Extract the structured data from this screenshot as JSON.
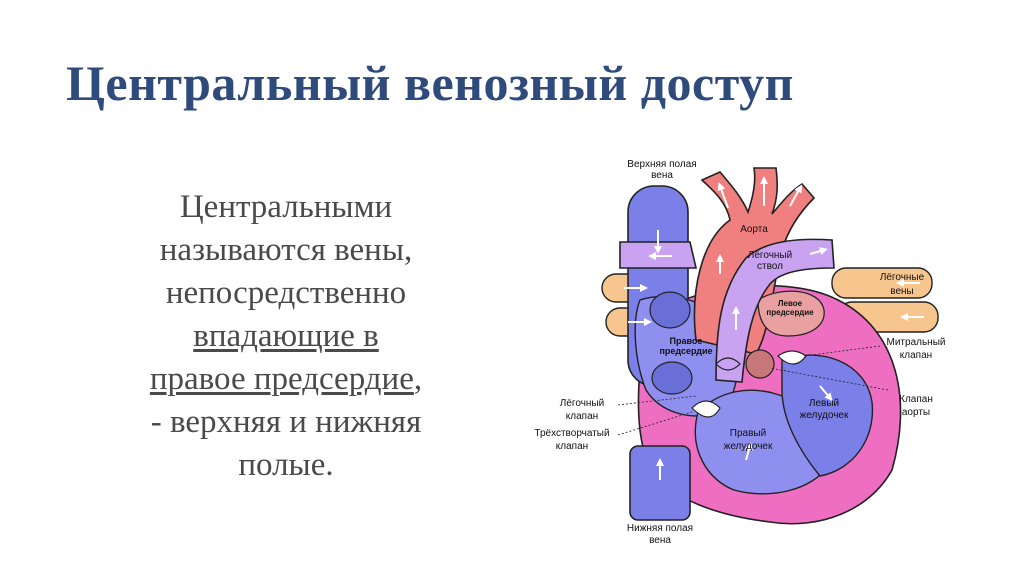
{
  "title": "Центральный венозный доступ",
  "body": {
    "line1": "Центральными",
    "line2": "называются вены,",
    "line3": "непосредственно",
    "line4_underlined": "впадающие в",
    "line5_underlined": "правое предсердие",
    "line5_tail": ",",
    "line6": "- верхняя и нижняя",
    "line7": "полые."
  },
  "diagram": {
    "labels": {
      "svc_1": "Верхняя полая",
      "svc_2": "вена",
      "aorta": "Аорта",
      "pulm_trunk_1": "Лёгочный",
      "pulm_trunk_2": "ствол",
      "pulm_veins_1": "Лёгочные",
      "pulm_veins_2": "вены",
      "left_atrium_1": "Левое",
      "left_atrium_2": "предсердие",
      "right_atrium_1": "Правое",
      "right_atrium_2": "предсердие",
      "mitral_1": "Митральный",
      "mitral_2": "клапан",
      "pulm_valve_1": "Лёгочный",
      "pulm_valve_2": "клапан",
      "tricuspid_1": "Трёхстворчатый",
      "tricuspid_2": "клапан",
      "left_ventricle_1": "Левый",
      "left_ventricle_2": "желудочек",
      "aortic_valve_1": "Клапан",
      "aortic_valve_2": "аорты",
      "right_ventricle_1": "Правый",
      "right_ventricle_2": "желудочек",
      "ivc_1": "Нижняя полая",
      "ivc_2": "вена"
    },
    "colors": {
      "vena_cava": "#7b7fe8",
      "aorta": "#f07f7f",
      "pulmonary_artery": "#c9a3f2",
      "pulmonary_veins": "#f7c68f",
      "myocardium": "#ee6fc2",
      "right_heart": "#8f8ff0",
      "left_heart": "#e8a0a0"
    }
  }
}
